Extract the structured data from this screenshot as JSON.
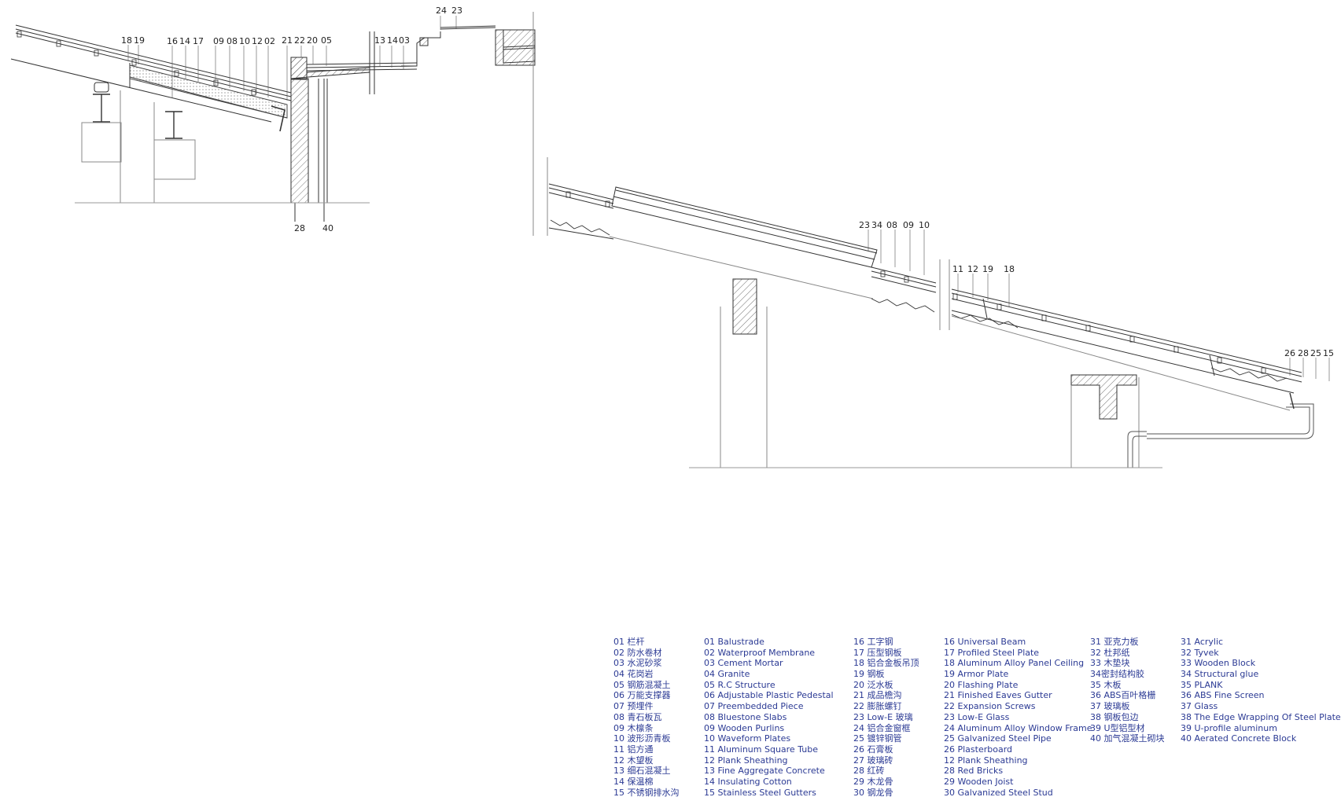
{
  "callouts": {
    "top_left": [
      "18",
      "19",
      "16",
      "14",
      "17",
      "09",
      "08",
      "10",
      "12",
      "02",
      "21",
      "22",
      "20",
      "05",
      "13",
      "14",
      "03",
      "24",
      "23"
    ],
    "top_left_bottom": [
      "28",
      "40"
    ],
    "mid": [
      "23",
      "34",
      "08",
      "09",
      "10"
    ],
    "right_a": [
      "11",
      "12",
      "19",
      "18"
    ],
    "right_b": [
      "26",
      "28",
      "25",
      "15"
    ]
  },
  "legend": {
    "col1": [
      "01 栏杆",
      "02 防水卷材",
      "03 水泥砂浆",
      "04 花岗岩",
      "05 钢筋混凝土",
      "06 万能支撑器",
      "07 预埋件",
      "08 青石板瓦",
      "09 木檩条",
      "10 波形沥青板",
      "11 铝方通",
      "12 木望板",
      "13 细石混凝土",
      "14 保温棉",
      "15 不锈钢排水沟"
    ],
    "col2": [
      "01 Balustrade",
      "02 Waterproof Membrane",
      "03 Cement Mortar",
      "04 Granite",
      "05 R.C Structure",
      "06 Adjustable Plastic Pedestal",
      "07 Preembedded Piece",
      "08 Bluestone Slabs",
      "09 Wooden Purlins",
      "10  Waveform Plates",
      "11  Aluminum Square Tube",
      "12 Plank Sheathing",
      "13 Fine Aggregate Concrete",
      "14 Insulating Cotton",
      "15 Stainless Steel Gutters"
    ],
    "col3": [
      "16 工字钢",
      "17 压型钢板",
      "18 铝合金板吊顶",
      "19 钢板",
      "20 泛水板",
      "21 成品檐沟",
      "22 膨胀螺钉",
      "23 Low-E 玻璃",
      "24 铝合金窗框",
      "25 镀锌钢管",
      "26 石膏板",
      "27 玻璃砖",
      "28 红砖",
      "29 木龙骨",
      "30 钢龙骨"
    ],
    "col4": [
      "16 Universal Beam",
      "17 Profiled Steel Plate",
      "18 Aluminum Alloy Panel Ceiling",
      "19 Armor Plate",
      "20 Flashing Plate",
      "21 Finished Eaves Gutter",
      "22 Expansion Screws",
      "23 Low-E Glass",
      "24 Aluminum Alloy Window Frame",
      "25 Galvanized Steel Pipe",
      "26 Plasterboard",
      "12 Plank Sheathing",
      "28 Red Bricks",
      "29 Wooden Joist",
      "30 Galvanized Steel Stud"
    ],
    "col5": [
      "31 亚克力板",
      "32 杜邦纸",
      "33 木垫块",
      "34密封结构胶",
      "35 木板",
      "36 ABS百叶格栅",
      "37 玻璃板",
      "38 钢板包边",
      "39 U型铝型材",
      "40 加气混凝土砌块"
    ],
    "col6": [
      "31 Acrylic",
      "32 Tyvek",
      "33 Wooden Block",
      "34 Structural glue",
      "35 PLANK",
      "36 ABS Fine Screen",
      "37 Glass",
      "38 The Edge Wrapping Of Steel Plate",
      "39 U-profile aluminum",
      "40 Aerated Concrete Block"
    ]
  }
}
